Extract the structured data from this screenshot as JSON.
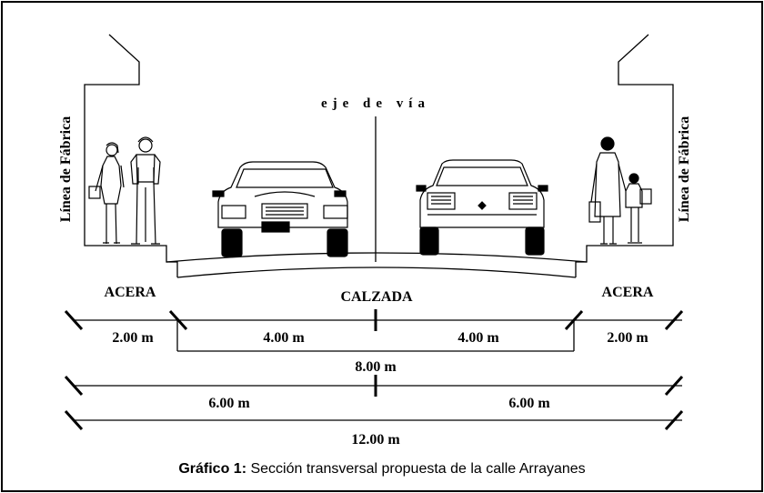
{
  "labels": {
    "axis": "eje de vía",
    "facade_left": "Línea de Fábrica",
    "facade_right": "Línea de Fábrica",
    "sidewalk_left": "ACERA",
    "roadway": "CALZADA",
    "sidewalk_right": "ACERA"
  },
  "dimensions": {
    "sidewalk_left": "2.00 m",
    "lane_left": "4.00 m",
    "lane_right": "4.00 m",
    "sidewalk_right": "2.00 m",
    "roadway_total": "8.00 m",
    "half_left": "6.00 m",
    "half_right": "6.00 m",
    "total": "12.00 m"
  },
  "caption": {
    "bold": "Gráfico 1:",
    "text": " Sección transversal propuesta de la calle Arrayanes"
  },
  "colors": {
    "line": "#000000",
    "background": "#ffffff"
  }
}
